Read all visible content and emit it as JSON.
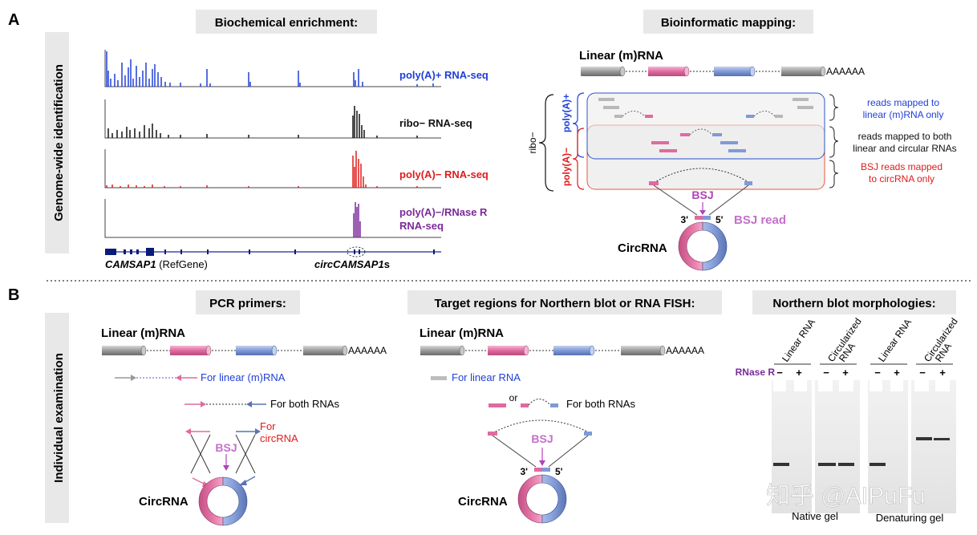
{
  "panel_a": {
    "letter": "A",
    "side_label": "Genome-wide identification",
    "biochem": {
      "title": "Biochemical enrichment:",
      "tracks": [
        {
          "label": "poly(A)+ RNA-seq",
          "color": "#1f3fd6"
        },
        {
          "label": "ribo− RNA-seq",
          "color": "#111111"
        },
        {
          "label": "poly(A)− RNA-seq",
          "color": "#e01b1b"
        },
        {
          "label": "poly(A)−/RNase R",
          "label2": "RNA-seq",
          "color": "#7a2a9a"
        }
      ],
      "gene_label": "CAMSAP1",
      "gene_suffix": " (RefGene)",
      "circ_label_italic": "circCAMSAP1",
      "circ_label_suffix": "s"
    },
    "bioinfo": {
      "title": "Bioinformatic mapping:",
      "linear_label": "Linear (m)RNA",
      "polya_tail": "AAAAAA",
      "ribo_label": "ribo−",
      "polya_plus_label": "poly(A)+",
      "polya_minus_label": "poly(A)−",
      "read_notes": [
        {
          "line1": "reads mapped to",
          "line2": "linear (m)RNA only",
          "color": "#1f3fd6"
        },
        {
          "line1": "reads mapped to both",
          "line2": "linear and circular RNAs",
          "color": "#111111"
        },
        {
          "line1": "BSJ reads mapped",
          "line2": "to circRNA only",
          "color": "#e01b1b"
        }
      ],
      "bsj_label": "BSJ",
      "bsj_read_label": "BSJ read",
      "three_prime": "3'",
      "five_prime": "5'",
      "circrna_label": "CircRNA"
    }
  },
  "panel_b": {
    "letter": "B",
    "side_label": "Individual examination",
    "pcr": {
      "title": "PCR primers:",
      "linear_label": "Linear (m)RNA",
      "polya_tail": "AAAAAA",
      "primer_linear_label": "For linear (m)RNA",
      "primer_both_label": "For both RNAs",
      "primer_circ_label1": "For",
      "primer_circ_label2": "circRNA",
      "bsj_label": "BSJ",
      "circrna_label": "CircRNA"
    },
    "target": {
      "title": "Target regions for Northern blot or RNA FISH:",
      "linear_label": "Linear (m)RNA",
      "polya_tail": "AAAAAA",
      "for_linear_label": "For linear RNA",
      "or_label": "or",
      "for_both_label": "For both RNAs",
      "bsj_label": "BSJ",
      "three_prime": "3'",
      "five_prime": "5'",
      "circrna_label": "CircRNA"
    },
    "northern": {
      "title": "Northern blot morphologies:",
      "rnase_label": "RNase R",
      "minus": "−",
      "plus": "+",
      "lanes": [
        {
          "header1": "Linear RNA",
          "header2": ""
        },
        {
          "header1": "Circularized",
          "header2": "RNA"
        },
        {
          "header1": "Linear RNA",
          "header2": ""
        },
        {
          "header1": "Circularized",
          "header2": "RNA"
        }
      ],
      "native_gel_label": "Native gel",
      "denaturing_gel_label": "Denaturing gel"
    }
  },
  "watermark": "知乎 @AIPuFu",
  "colors": {
    "blue_track": "#1f3fd6",
    "red_track": "#e01b1b",
    "purple_track": "#7a2a9a",
    "pink_exon": "#e06aa0",
    "blue_exon": "#7f9ad6",
    "gray_exon": "#9a9a9a",
    "title_bg": "#e8e8e8",
    "bsj_purple": "#b043b8",
    "red_text": "#e01b1b",
    "blue_text": "#1f3fd6"
  }
}
